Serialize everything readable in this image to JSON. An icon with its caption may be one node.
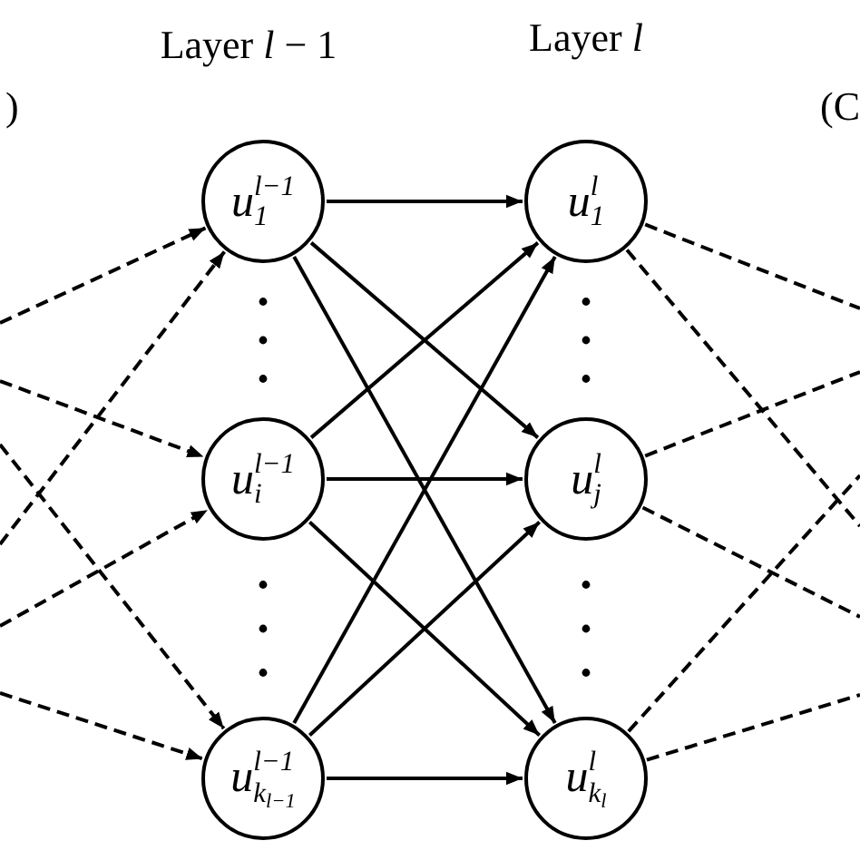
{
  "diagram": {
    "nodes": [
      {
        "text": [
          "u$^{l−1}$$_{1}$"
        ]
      },
      {
        "text": [
          "u$^{l−1}$$_{i}$"
        ]
      },
      {
        "text": [
          "u$^{l−1}$$_{k}$$_{l−1}$"
        ]
      },
      {
        "text": [
          "u$^{l}$$_{1}$"
        ]
      },
      {
        "text": [
          "u$^{l}$$_{j}$"
        ]
      },
      {
        "text": [
          "u$^{l}$$_{k}$$_{l}$"
        ]
      }
    ],
    "edges": [
      {
        "from": 0,
        "to": 3,
        "arrow": "to"
      },
      {
        "from": 0,
        "to": 4,
        "arrow": "to"
      },
      {
        "from": 0,
        "to": 5,
        "arrow": "to"
      },
      {
        "from": 1,
        "to": 3,
        "arrow": "to"
      },
      {
        "from": 1,
        "to": 4,
        "arrow": "to"
      },
      {
        "from": 1,
        "to": 5,
        "arrow": "to"
      },
      {
        "from": 2,
        "to": 3,
        "arrow": "to"
      },
      {
        "from": 2,
        "to": 4,
        "arrow": "to"
      },
      {
        "from": 2,
        "to": 5,
        "arrow": "to"
      },
      {
        "from": null,
        "to": 0,
        "arrow": "to",
        "style": "dashed"
      },
      {
        "from": null,
        "to": 0,
        "arrow": "to",
        "style": "dashed"
      },
      {
        "from": null,
        "to": 1,
        "arrow": "to",
        "style": "dashed"
      },
      {
        "from": null,
        "to": 1,
        "arrow": "to",
        "style": "dashed"
      },
      {
        "from": null,
        "to": 2,
        "arrow": "to",
        "style": "dashed"
      },
      {
        "from": null,
        "to": 2,
        "arrow": "to",
        "style": "dashed"
      },
      {
        "from": 3,
        "to": null,
        "arrow": "none",
        "style": "dashed"
      },
      {
        "from": 3,
        "to": null,
        "arrow": "none",
        "style": "dashed"
      },
      {
        "from": 4,
        "to": null,
        "arrow": "none",
        "style": "dashed"
      },
      {
        "from": 4,
        "to": null,
        "arrow": "none",
        "style": "dashed"
      },
      {
        "from": 5,
        "to": null,
        "arrow": "none",
        "style": "dashed"
      },
      {
        "from": 5,
        "to": null,
        "arrow": "none",
        "style": "dashed"
      }
    ],
    "labels": [
      "Layer *l* − 1",
      "Layer *l*",
      ")",
      "(C"
    ]
  }
}
